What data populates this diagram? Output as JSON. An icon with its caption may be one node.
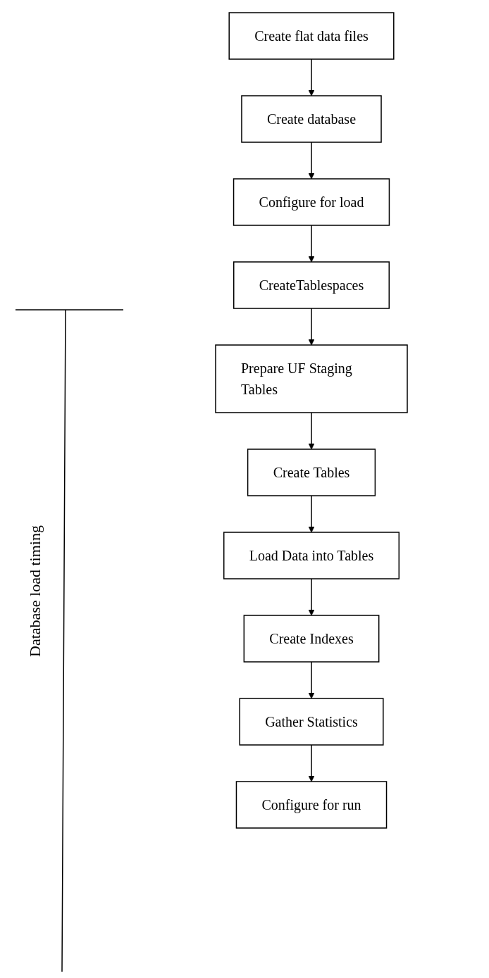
{
  "diagram": {
    "nodes": [
      {
        "text": [
          "Create flat data files"
        ]
      },
      {
        "text": [
          "Create database"
        ]
      },
      {
        "text": [
          "Configure for load"
        ]
      },
      {
        "text": [
          "CreateTablespaces"
        ]
      },
      {
        "text": [
          "Prepare UF Staging Tables"
        ]
      },
      {
        "text": [
          "Create Tables"
        ]
      },
      {
        "text": [
          "Load Data into Tables"
        ]
      },
      {
        "text": [
          "Create Indexes"
        ]
      },
      {
        "text": [
          "Gather Statistics"
        ]
      },
      {
        "text": [
          "Configure for run"
        ]
      }
    ],
    "edges": [
      {
        "from": 0,
        "to": 1,
        "arrow": "to"
      },
      {
        "from": 1,
        "to": 2,
        "arrow": "to"
      },
      {
        "from": 2,
        "to": 3,
        "arrow": "to"
      },
      {
        "from": 3,
        "to": 4,
        "arrow": "to"
      },
      {
        "from": 4,
        "to": 5,
        "arrow": "to"
      },
      {
        "from": 5,
        "to": 6,
        "arrow": "to"
      },
      {
        "from": 6,
        "to": 7,
        "arrow": "to"
      },
      {
        "from": 7,
        "to": 8,
        "arrow": "to"
      },
      {
        "from": 8,
        "to": 9,
        "arrow": "to"
      }
    ],
    "labels": [
      "Database load timing"
    ]
  }
}
